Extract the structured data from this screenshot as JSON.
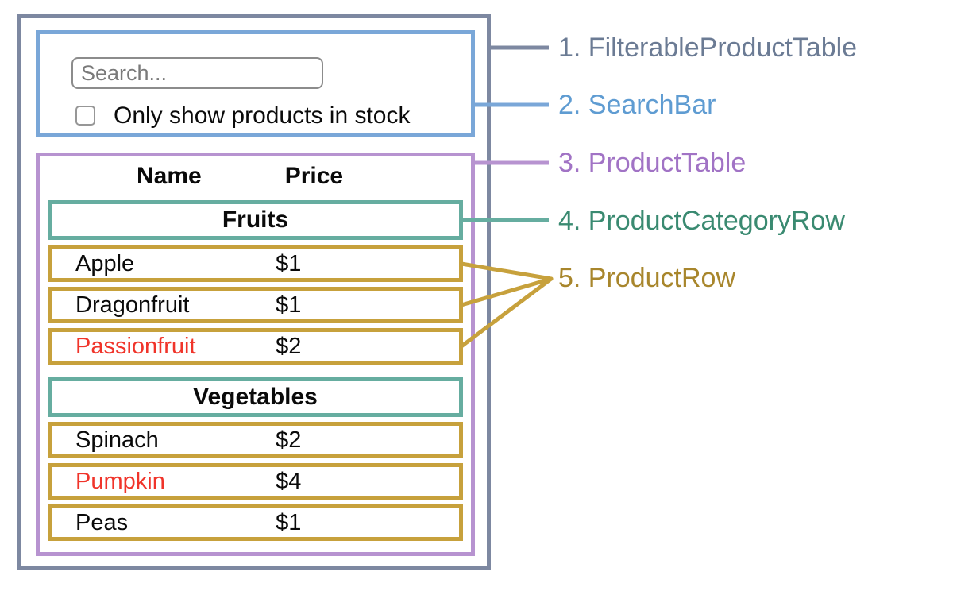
{
  "diagram": {
    "search_bar": {
      "placeholder": "Search...",
      "checkbox_label": "Only show products in stock",
      "checkbox_checked": false
    },
    "table": {
      "headers": [
        "Name",
        "Price"
      ],
      "sections": [
        {
          "category": "Fruits",
          "rows": [
            {
              "name": "Apple",
              "price": "$1",
              "name_color": "#0a0a0a"
            },
            {
              "name": "Dragonfruit",
              "price": "$1",
              "name_color": "#0a0a0a"
            },
            {
              "name": "Passionfruit",
              "price": "$2",
              "name_color": "#f0342a"
            }
          ]
        },
        {
          "category": "Vegetables",
          "rows": [
            {
              "name": "Spinach",
              "price": "$2",
              "name_color": "#0a0a0a"
            },
            {
              "name": "Pumpkin",
              "price": "$4",
              "name_color": "#f0342a"
            },
            {
              "name": "Peas",
              "price": "$1",
              "name_color": "#0a0a0a"
            }
          ]
        }
      ]
    },
    "legend": [
      {
        "label": "1. FilterableProductTable",
        "color": "#6b7b94"
      },
      {
        "label": "2. SearchBar",
        "color": "#5f9cd2"
      },
      {
        "label": "3. ProductTable",
        "color": "#a173c5"
      },
      {
        "label": "4. ProductCategoryRow",
        "color": "#3a8a71"
      },
      {
        "label": "5. ProductRow",
        "color": "#a8862c"
      }
    ],
    "colors": {
      "filterable_product_table_border": "#7d88a1",
      "search_bar_border": "#7aa7d8",
      "product_table_border": "#b793d0",
      "product_category_row_border": "#66ada0",
      "product_row_border": "#c7a13c",
      "out_of_stock_text": "#f0342a",
      "background": "#ffffff"
    }
  }
}
